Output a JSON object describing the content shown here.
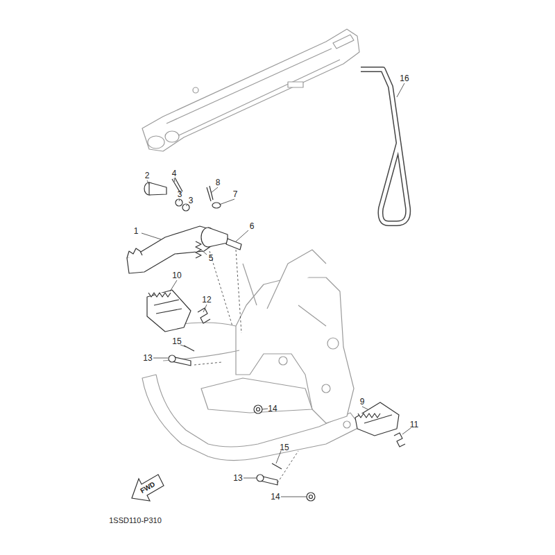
{
  "diagram": {
    "labels": [
      "16",
      "2",
      "4",
      "8",
      "3",
      "7",
      "3",
      "1",
      "6",
      "5",
      "10",
      "12",
      "15",
      "13",
      "14",
      "9",
      "11",
      "15",
      "13",
      "FWD",
      "14",
      "1SSD110-P310"
    ]
  }
}
